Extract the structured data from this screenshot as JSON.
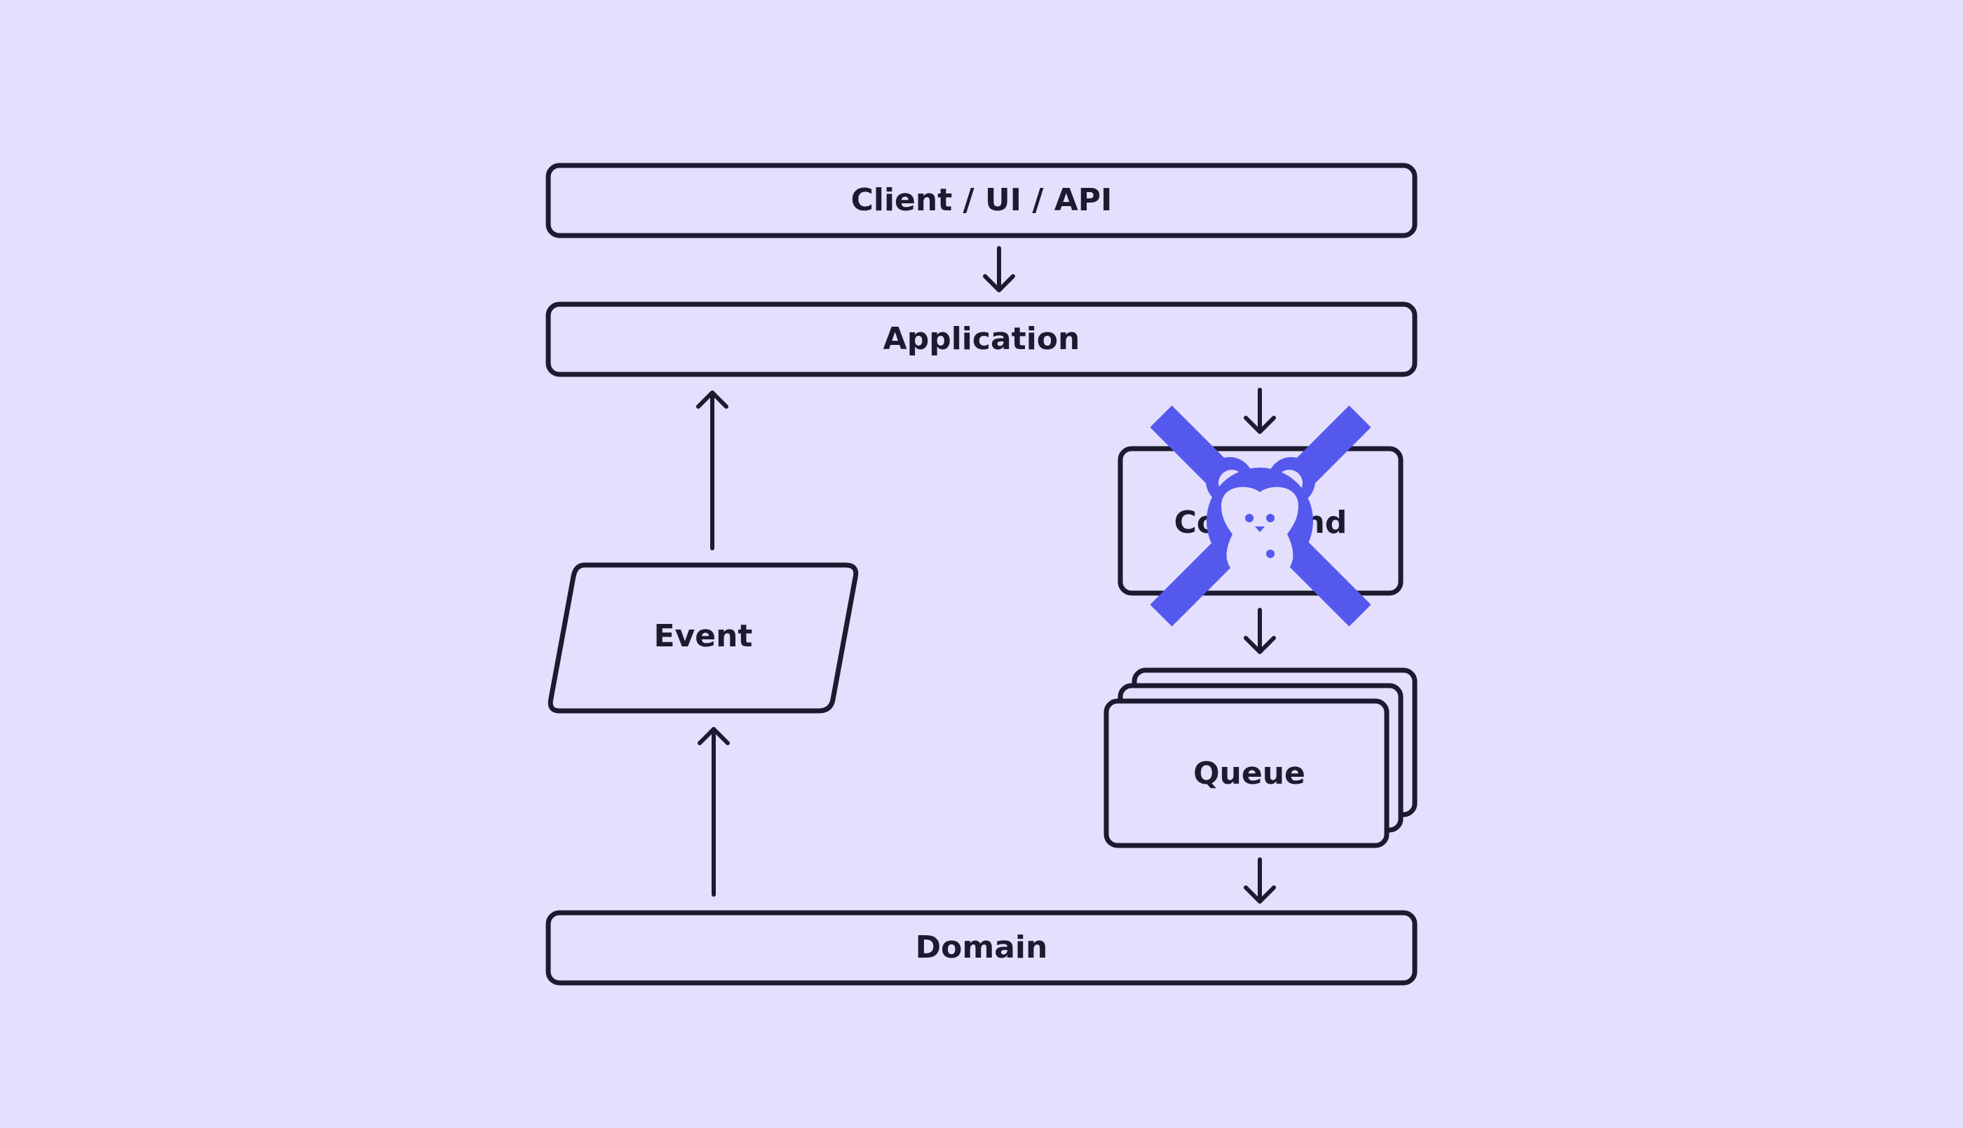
{
  "colors": {
    "background": "#E3DFFC",
    "stroke": "#1B1A2E",
    "box_fill": "#E3DFFC",
    "accent": "#5558EC"
  },
  "labels": {
    "client": "Client / UI / API",
    "application": "Application",
    "event": "Event",
    "command": "Command",
    "queue": "Queue",
    "domain": "Domain"
  },
  "overlay": {
    "icon": "monkey-icon",
    "mark": "cross-out-icon"
  }
}
